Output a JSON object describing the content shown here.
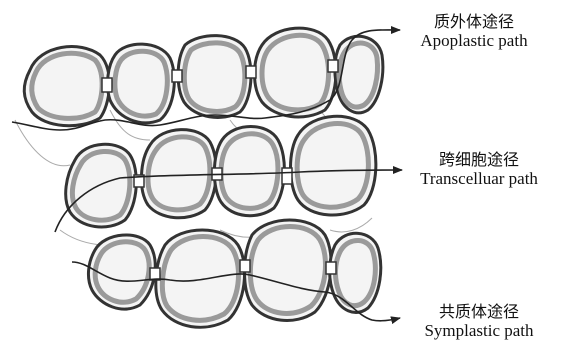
{
  "diagram": {
    "labels": {
      "apoplastic": {
        "cn": "质外体途径",
        "en": "Apoplastic path"
      },
      "transcellular": {
        "cn": "跨细胞途径",
        "en": "Transcelluar path"
      },
      "symplastic": {
        "cn": "共质体途径",
        "en": "Symplastic path"
      }
    },
    "colors": {
      "background": "#ffffff",
      "cell_fill": "#f4f4f4",
      "cell_wall": "#333333",
      "cytoplasm": "#9a9a9a",
      "path_line": "#222222"
    }
  }
}
